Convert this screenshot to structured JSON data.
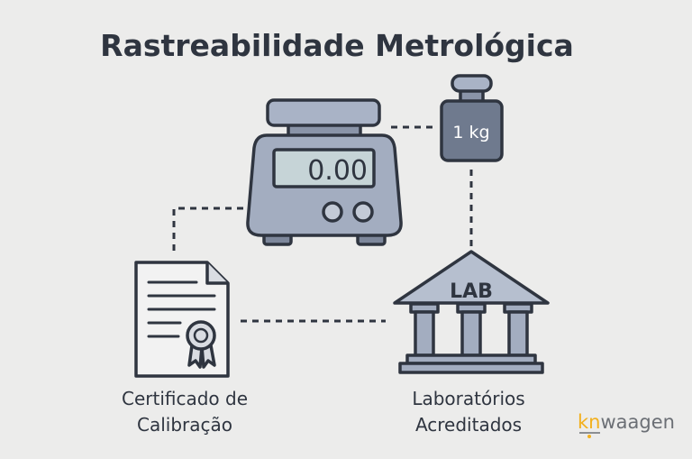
{
  "title": "Rastreabilidade Metrológica",
  "scale": {
    "display_value": "0.00"
  },
  "weight": {
    "label": "1 kg"
  },
  "lab": {
    "sign": "LAB",
    "label_line1": "Laboratórios",
    "label_line2": "Acreditados"
  },
  "certificate": {
    "label_line1": "Certificado de",
    "label_line2": "Calibração"
  },
  "logo": {
    "part1": "kn",
    "part2": "waagen"
  },
  "colors": {
    "background": "#ececeb",
    "ink": "#2f3540",
    "metal": "#a3adc0",
    "display": "#c6d4d7",
    "weight": "#6f7a8e",
    "logo_accent": "#f2b01e",
    "logo_text": "#6b6f75"
  }
}
